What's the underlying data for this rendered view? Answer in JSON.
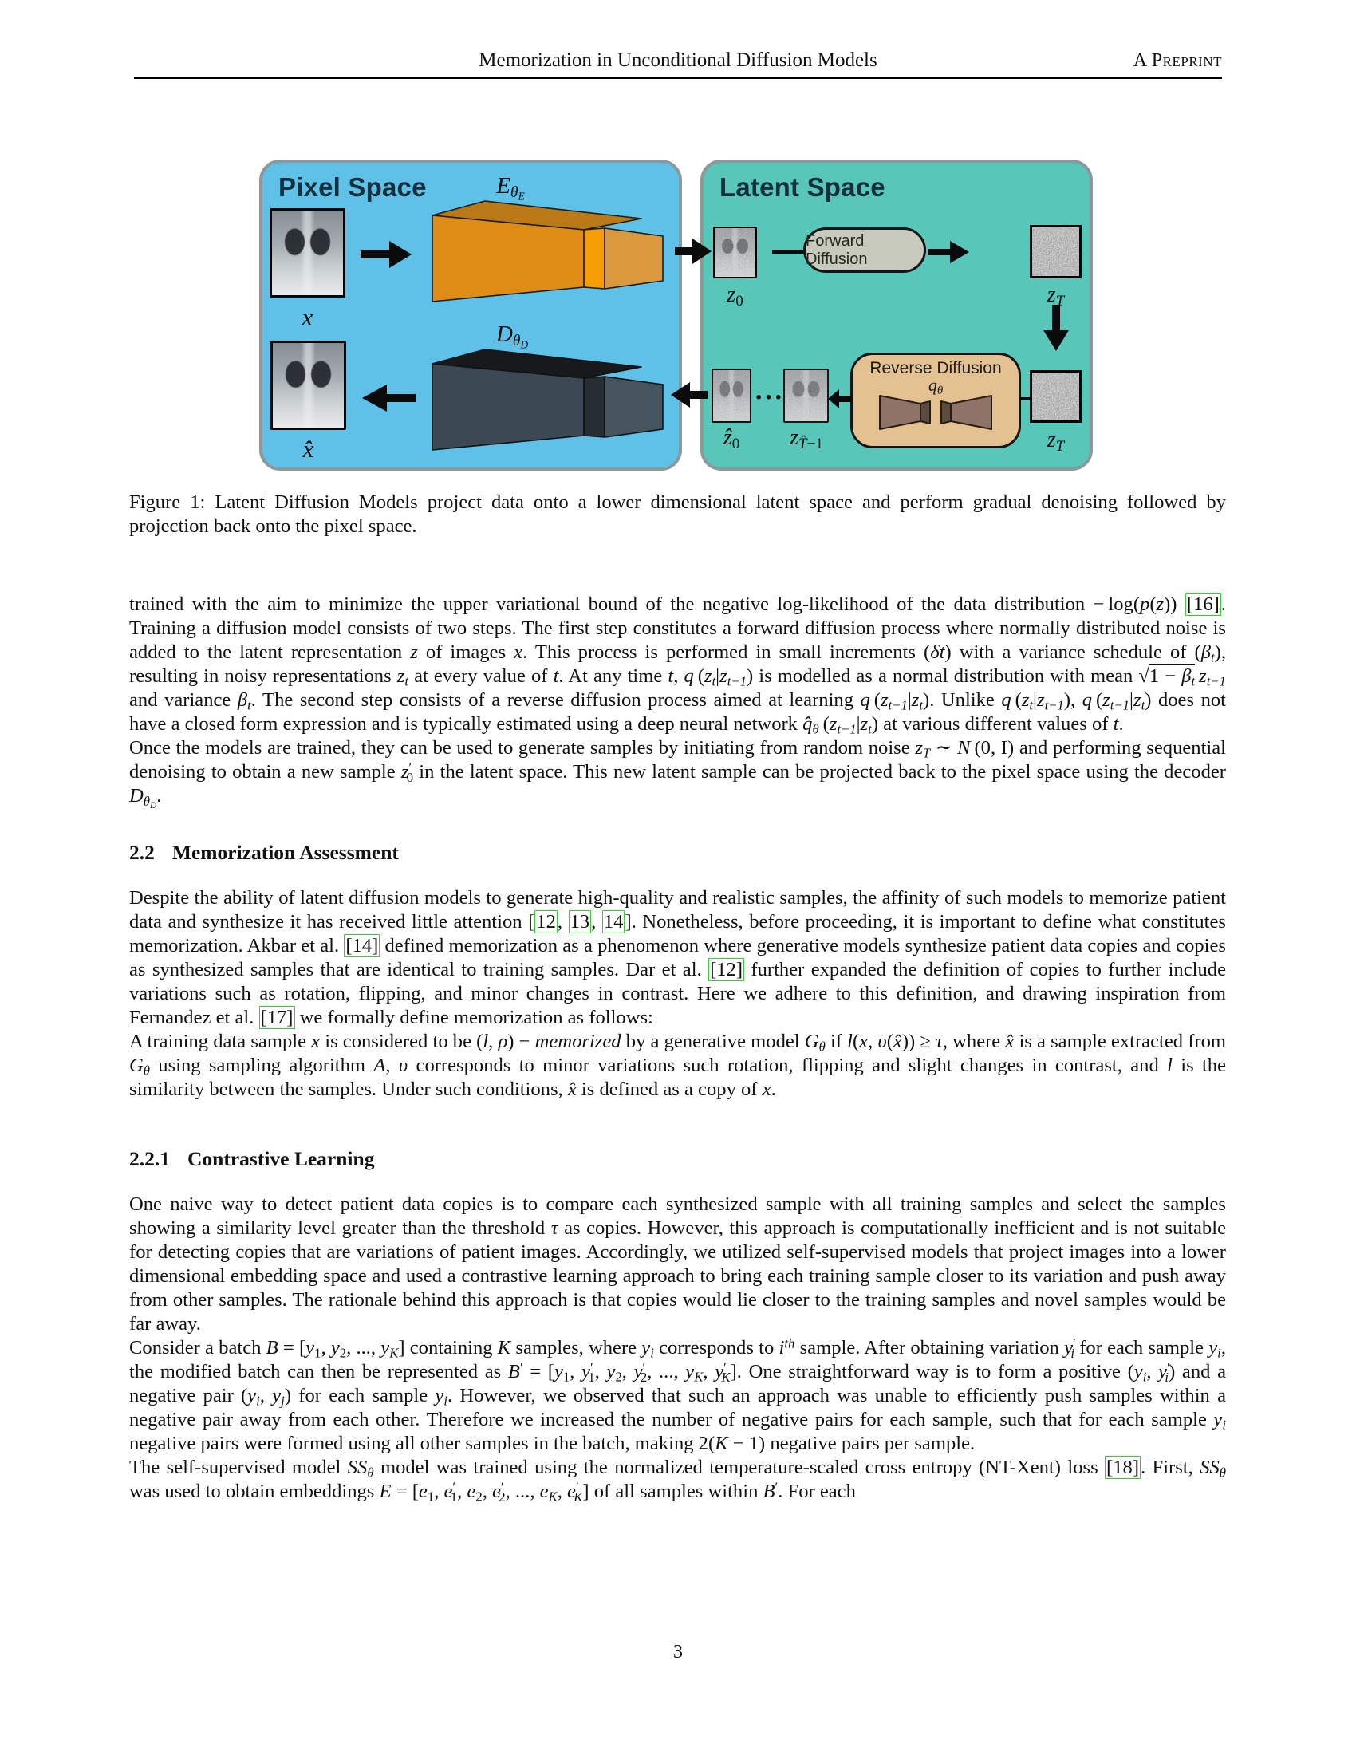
{
  "header": {
    "title": "Memorization in Unconditional Diffusion Models",
    "tag": "A Preprint"
  },
  "figure": {
    "pixel_space": {
      "title": "Pixel Space",
      "input_label_html": "<i>x</i>",
      "output_label_html": "<i>x̂</i>",
      "encoder_label_html": "<i>E</i><sub><i>θ</i><sub><i>E</i></sub></sub>",
      "decoder_label_html": "<i>D</i><sub><i>θ</i><sub><i>D</i></sub></sub>"
    },
    "latent_space": {
      "title": "Latent Space",
      "forward_label": "Forward Diffusion",
      "reverse_label": "Reverse Diffusion",
      "reverse_q_html": "<i>q</i><sub><i>θ</i></sub>",
      "z0_label_html": "<i>z</i><sub>0</sub>",
      "zT_top_label_html": "<i>z</i><sub><i>T</i></sub>",
      "zT_bottom_label_html": "<i>z</i><sub><i>T</i></sub>",
      "zhat0_label_html": "<i>ẑ</i><sub>0</sub>",
      "zTm1_label_html": "<i>z</i><sub><i>T̂</i>−1</sub>",
      "dots": "···"
    },
    "caption_html": "Figure 1: Latent Diffusion Models project data onto a lower dimensional latent space and perform gradual denoising followed by projection back onto the pixel space.",
    "colors": {
      "pixel_bg": "#5fc0e8",
      "latent_bg": "#58c6b8",
      "box_border": "#8a9a9c",
      "encoder_orange": "#e08d18",
      "encoder_band": "#f69d07",
      "decoder_dark": "#3c4853",
      "forward_pill_bg": "#c7cabc",
      "reverse_box_bg": "#e4c191",
      "cite_green": "#2ed32e"
    }
  },
  "content": {
    "p1_html": "trained with the aim to minimize the upper variational bound of the negative log-likelihood of the data distribution − log(<i>p</i>(<i>z</i>)) <span class='cite' data-name='citation-16' data-interactable='true'>[16]</span>. Training a diffusion model consists of two steps. The first step constitutes a forward diffusion process where normally distributed noise is added to the latent representation <i>z</i> of images <i>x</i>. This process is performed in small increments (<i>δt</i>) with a variance schedule of (<i>β<sub>t</sub></i>), resulting in noisy representations <i>z<sub>t</sub></i> at every value of <i>t</i>. At any time <i>t</i>, <i>q</i> (<i>z<sub>t</sub></i>|<i>z<sub>t−1</sub></i>) is modelled as a normal distribution with mean √<span class='sqrt-bar'>1 − <i>β<sub>t</sub></i></span> <i>z<sub>t−1</sub></i> and variance <i>β<sub>t</sub></i>. The second step consists of a reverse diffusion process aimed at learning <i>q</i> (<i>z<sub>t−1</sub></i>|<i>z<sub>t</sub></i>). Unlike <i>q</i> (<i>z<sub>t</sub></i>|<i>z<sub>t−1</sub></i>), <i>q</i> (<i>z<sub>t−1</ssub></i>|<i>z<sub>t</sub></i>) does not have a closed form expression and is typically estimated using a deep neural network <i>q̂<sub>θ</sub></i> (<i>z<sub>t−1</sub></i>|<i>z<sub>t</sub></i>) at various different values of <i>t</i>.",
    "p2_html": "Once the models are trained, they can be used to generate samples by initiating from random noise <i>z<sub>T</sub></i> ∼ <i>N</i> (0, I) and performing sequential denoising to obtain a new sample <i>z</i><sup>′</sup><sub class='tt'>0</sub> in the latent space. This new latent sample can be projected back to the pixel space using the decoder <i>D</i><sub><i>θ<sub>D</sub></i></sub>.",
    "h22_num": "2.2",
    "h22_title": "Memorization Assessment",
    "p3_html": "Despite the ability of latent diffusion models to generate high-quality and realistic samples, the affinity of such models to memorize patient data and synthesize it has received little attention [<span class='cite' data-name='citation-12' data-interactable='true'>12</span>, <span class='cite' data-name='citation-13' data-interactable='true'>13</span>, <span class='cite' data-name='citation-14' data-interactable='true'>14</span>]. Nonetheless, before proceeding, it is important to define what constitutes memorization. Akbar et al. <span class='cite' data-name='citation-14' data-interactable='true'>[14]</span> defined memorization as a phenomenon where generative models synthesize patient data copies and copies as synthesized samples that are identical to training samples. Dar et al. <span class='cite' data-name='citation-12' data-interactable='true'>[12]</span> further expanded the definition of copies to further include variations such as rotation, flipping, and minor changes in contrast. Here we adhere to this definition, and drawing inspiration from Fernandez et al. <span class='cite' data-name='citation-17' data-interactable='true'>[17]</span> we formally define memorization as follows:",
    "p4_html": "A training data sample <i>x</i> is considered to be (<i>l</i>, <i>ρ</i>) − <i>memorized</i> by a generative model <i>G<sub>θ</sub></i> if <i>l</i>(<i>x</i>, <i>υ</i>(<i>x̂</i>)) ≥ <i>τ</i>, where <i>x̂</i> is a sample extracted from <i>G<sub>θ</sub></i> using sampling algorithm <i>A</i>, <i>υ</i> corresponds to minor variations such rotation, flipping and slight changes in contrast, and <i>l</i> is the similarity between the samples. Under such conditions, <i>x̂</i> is defined as a copy of <i>x</i>.",
    "h221_num": "2.2.1",
    "h221_title": "Contrastive Learning",
    "p5_html": "One naive way to detect patient data copies is to compare each synthesized sample with all training samples and select the samples showing a similarity level greater than the threshold <i>τ</i> as copies. However, this approach is computationally inefficient and is not suitable for detecting copies that are variations of patient images. Accordingly, we utilized self-supervised models that project images into a lower dimensional embedding space and used a contrastive learning approach to bring each training sample closer to its variation and push away from other samples. The rationale behind this approach is that copies would lie closer to the training samples and novel samples would be far away.",
    "p6_html": "Consider a batch <i>B</i> = [<i>y</i><sub>1</sub>, <i>y</i><sub>2</sub>, ..., <i>y<sub>K</sub></i>] containing <i>K</i> samples, where <i>y<sub>i</sub></i> corresponds to <i>i</i><sup><i>th</i></sup> sample. After obtaining variation <i>y</i><sup>′</sup><sub class='tt'><i>i</i></sub> for each sample <i>y<sub>i</sub></i>, the modified batch can then be represented as <i>B</i><sup>′</sup> = [<i>y</i><sub>1</sub>, <i>y</i><sup>′</sup><sub class='tt'>1</sub>, <i>y</i><sub>2</sub>, <i>y</i><sup>′</sup><sub class='tt'>2</sub>, ..., <i>y<sub>K</sub></i>, <i>y</i><sup>′</sup><sub class='tt'><i>K</i></sub>]. One straightforward way is to form a positive (<i>y<sub>i</sub></i>, <i>y</i><sup>′</sup><sub class='tt'><i>i</i></sub>) and a negative pair (<i>y<sub>i</sub></i>, <i>y<sub>j</sub></i>) for each sample <i>y<sub>i</sub></i>. However, we observed that such an approach was unable to efficiently push samples within a negative pair away from each other. Therefore we increased the number of negative pairs for each sample, such that for each sample <i>y<sub>i</sub></i> negative pairs were formed using all other samples in the batch, making 2(<i>K</i> − 1) negative pairs per sample.",
    "p7_html": "The self-supervised model <i>SS<sub>θ</sub></i> model was trained using the normalized temperature-scaled cross entropy (NT-Xent) loss <span class='cite' data-name='citation-18' data-interactable='true'>[18]</span>. First, <i>SS<sub>θ</sub></i> was used to obtain embeddings <i>E</i> = [<i>e</i><sub>1</sub>, <i>e</i><sup>′</sup><sub class='tt'>1</sub>, <i>e</i><sub>2</sub>, <i>e</i><sup>′</sup><sub class='tt'>2</sub>, ..., <i>e<sub>K</sub></i>, <i>e</i><sup>′</sup><sub class='tt'><i>K</i></sub>] of all samples within <i>B</i><sup>′</sup>. For each"
  },
  "page": {
    "number": "3"
  }
}
